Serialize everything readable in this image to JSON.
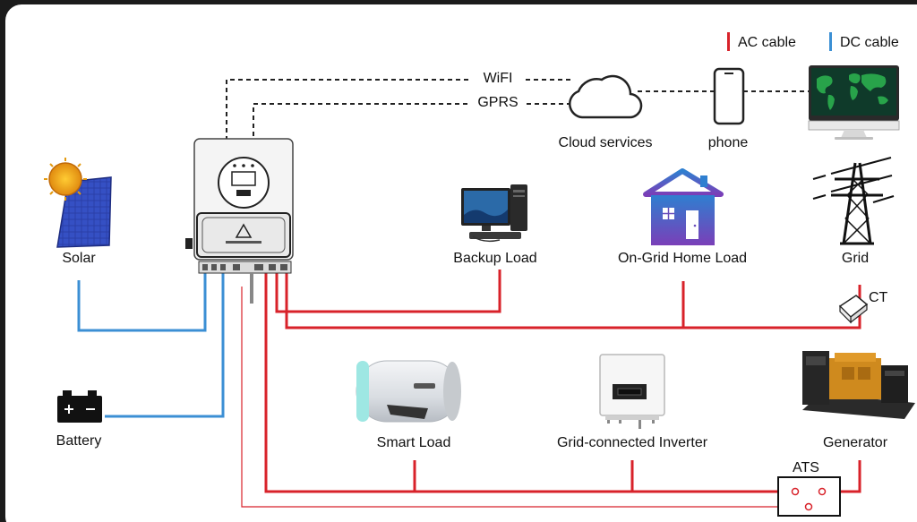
{
  "legend": {
    "ac_label": "AC cable",
    "dc_label": "DC cable",
    "ac_color": "#d8222a",
    "dc_color": "#3b8fd4"
  },
  "links": {
    "wifi": "WiFI",
    "gprs": "GPRS"
  },
  "nodes": {
    "cloud": "Cloud services",
    "phone": "phone",
    "solar": "Solar",
    "battery": "Battery",
    "backup_load": "Backup Load",
    "home_load": "On-Grid Home Load",
    "grid": "Grid",
    "ct": "CT",
    "smart_load": "Smart Load",
    "grid_inverter": "Grid-connected Inverter",
    "generator": "Generator",
    "ats": "ATS"
  },
  "icons": {
    "solar": "solar-panel-with-sun-icon",
    "inverter": "hybrid-inverter-icon",
    "cloud": "cloud-icon",
    "phone": "smartphone-icon",
    "monitor": "desktop-monitor-world-map-icon",
    "backup_pc": "desktop-computer-icon",
    "house": "house-icon",
    "tower": "transmission-tower-icon",
    "battery": "battery-icon",
    "water_heater": "water-heater-icon",
    "grid_inverter": "grid-inverter-icon",
    "generator": "diesel-generator-icon",
    "ct": "current-transformer-icon",
    "ats": "transfer-switch-icon"
  }
}
